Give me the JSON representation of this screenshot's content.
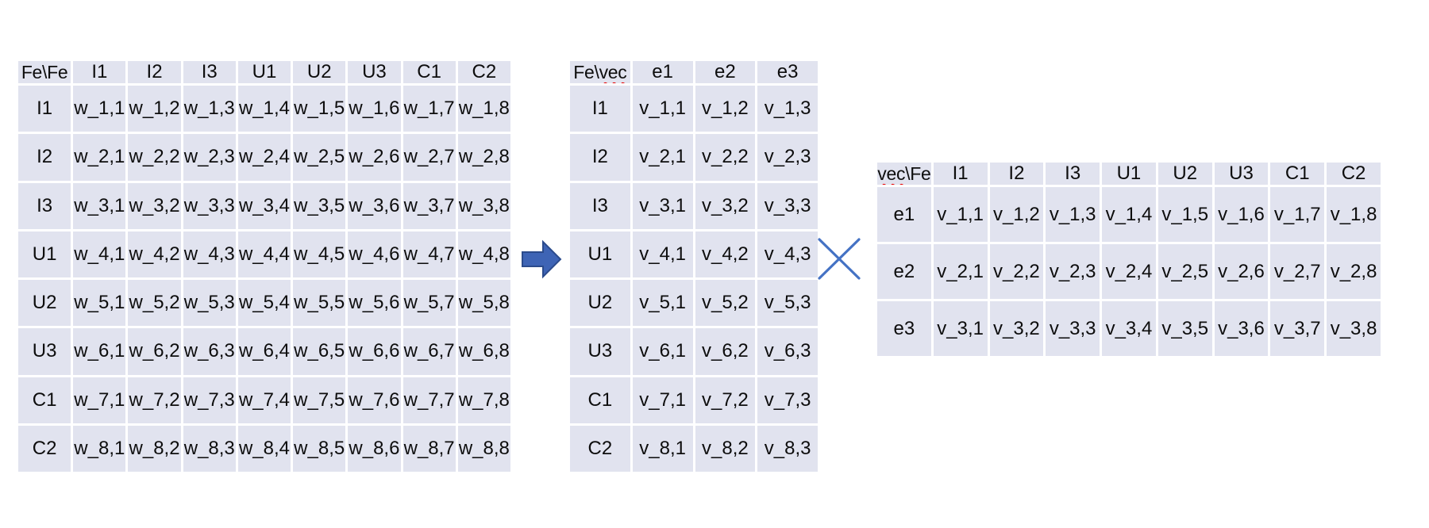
{
  "colors": {
    "cell_fill": "#e1e3ef",
    "text": "#0d0d0d",
    "arrow_fill": "#3e64b5",
    "arrow_stroke": "#2b4b8c",
    "multiply_stroke": "#4472c4",
    "squiggle": "#e50000"
  },
  "operators": {
    "arrow": "right-block-arrow",
    "multiply": "multiplication-cross"
  },
  "tables": {
    "weight_matrix": {
      "corner": [
        {
          "text": "Fe\\Fe",
          "misspelled": false
        }
      ],
      "columns": [
        "I1",
        "I2",
        "I3",
        "U1",
        "U2",
        "U3",
        "C1",
        "C2"
      ],
      "rows": [
        {
          "label": "I1",
          "cells": [
            "w_1,1",
            "w_1,2",
            "w_1,3",
            "w_1,4",
            "w_1,5",
            "w_1,6",
            "w_1,7",
            "w_1,8"
          ]
        },
        {
          "label": "I2",
          "cells": [
            "w_2,1",
            "w_2,2",
            "w_2,3",
            "w_2,4",
            "w_2,5",
            "w_2,6",
            "w_2,7",
            "w_2,8"
          ]
        },
        {
          "label": "I3",
          "cells": [
            "w_3,1",
            "w_3,2",
            "w_3,3",
            "w_3,4",
            "w_3,5",
            "w_3,6",
            "w_3,7",
            "w_3,8"
          ]
        },
        {
          "label": "U1",
          "cells": [
            "w_4,1",
            "w_4,2",
            "w_4,3",
            "w_4,4",
            "w_4,5",
            "w_4,6",
            "w_4,7",
            "w_4,8"
          ]
        },
        {
          "label": "U2",
          "cells": [
            "w_5,1",
            "w_5,2",
            "w_5,3",
            "w_5,4",
            "w_5,5",
            "w_5,6",
            "w_5,7",
            "w_5,8"
          ]
        },
        {
          "label": "U3",
          "cells": [
            "w_6,1",
            "w_6,2",
            "w_6,3",
            "w_6,4",
            "w_6,5",
            "w_6,6",
            "w_6,7",
            "w_6,8"
          ]
        },
        {
          "label": "C1",
          "cells": [
            "w_7,1",
            "w_7,2",
            "w_7,3",
            "w_7,4",
            "w_7,5",
            "w_7,6",
            "w_7,7",
            "w_7,8"
          ]
        },
        {
          "label": "C2",
          "cells": [
            "w_8,1",
            "w_8,2",
            "w_8,3",
            "w_8,4",
            "w_8,5",
            "w_8,6",
            "w_8,7",
            "w_8,8"
          ]
        }
      ]
    },
    "feature_vectors": {
      "corner": [
        {
          "text": "Fe\\",
          "misspelled": false
        },
        {
          "text": "vec",
          "misspelled": true
        }
      ],
      "columns": [
        "e1",
        "e2",
        "e3"
      ],
      "rows": [
        {
          "label": "I1",
          "cells": [
            "v_1,1",
            "v_1,2",
            "v_1,3"
          ]
        },
        {
          "label": "I2",
          "cells": [
            "v_2,1",
            "v_2,2",
            "v_2,3"
          ]
        },
        {
          "label": "I3",
          "cells": [
            "v_3,1",
            "v_3,2",
            "v_3,3"
          ]
        },
        {
          "label": "U1",
          "cells": [
            "v_4,1",
            "v_4,2",
            "v_4,3"
          ]
        },
        {
          "label": "U2",
          "cells": [
            "v_5,1",
            "v_5,2",
            "v_5,3"
          ]
        },
        {
          "label": "U3",
          "cells": [
            "v_6,1",
            "v_6,2",
            "v_6,3"
          ]
        },
        {
          "label": "C1",
          "cells": [
            "v_7,1",
            "v_7,2",
            "v_7,3"
          ]
        },
        {
          "label": "C2",
          "cells": [
            "v_8,1",
            "v_8,2",
            "v_8,3"
          ]
        }
      ]
    },
    "vector_features": {
      "corner": [
        {
          "text": "vec",
          "misspelled": true
        },
        {
          "text": "\\Fe",
          "misspelled": false
        }
      ],
      "columns": [
        "I1",
        "I2",
        "I3",
        "U1",
        "U2",
        "U3",
        "C1",
        "C2"
      ],
      "rows": [
        {
          "label": "e1",
          "cells": [
            "v_1,1",
            "v_1,2",
            "v_1,3",
            "v_1,4",
            "v_1,5",
            "v_1,6",
            "v_1,7",
            "v_1,8"
          ]
        },
        {
          "label": "e2",
          "cells": [
            "v_2,1",
            "v_2,2",
            "v_2,3",
            "v_2,4",
            "v_2,5",
            "v_2,6",
            "v_2,7",
            "v_2,8"
          ]
        },
        {
          "label": "e3",
          "cells": [
            "v_3,1",
            "v_3,2",
            "v_3,3",
            "v_3,4",
            "v_3,5",
            "v_3,6",
            "v_3,7",
            "v_3,8"
          ]
        }
      ]
    }
  }
}
